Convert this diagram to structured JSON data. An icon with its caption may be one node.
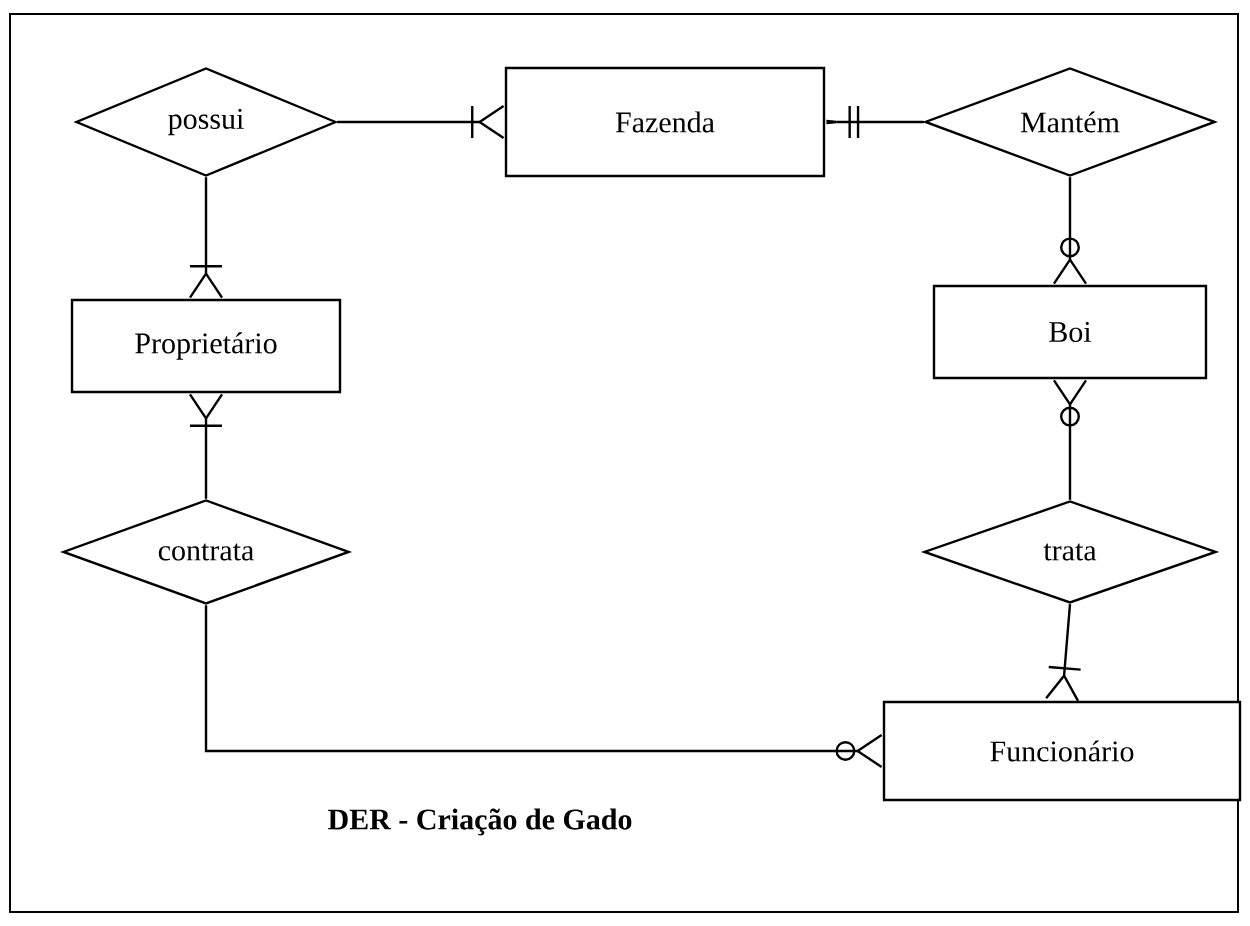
{
  "diagram": {
    "title": "DER - Criação de Gado",
    "nodes": [
      {
        "text": [
          "possui"
        ]
      },
      {
        "text": [
          "Fazenda"
        ]
      },
      {
        "text": [
          "Mantém"
        ]
      },
      {
        "text": [
          "Proprietário"
        ]
      },
      {
        "text": [
          "Boi"
        ]
      },
      {
        "text": [
          "contrata"
        ]
      },
      {
        "text": [
          "trata"
        ]
      },
      {
        "text": [
          "Funcionário"
        ]
      }
    ],
    "edges": [
      {
        "from": 0,
        "to": 1,
        "arrow": "other"
      },
      {
        "from": 2,
        "to": 1,
        "arrow": "other"
      },
      {
        "from": 0,
        "to": 3,
        "arrow": "other"
      },
      {
        "from": 5,
        "to": 3,
        "arrow": "other"
      },
      {
        "from": 2,
        "to": 4,
        "arrow": "other"
      },
      {
        "from": 6,
        "to": 4,
        "arrow": "other"
      },
      {
        "from": 6,
        "to": 7,
        "arrow": "other"
      },
      {
        "from": 5,
        "to": 7,
        "arrow": "other"
      }
    ]
  }
}
